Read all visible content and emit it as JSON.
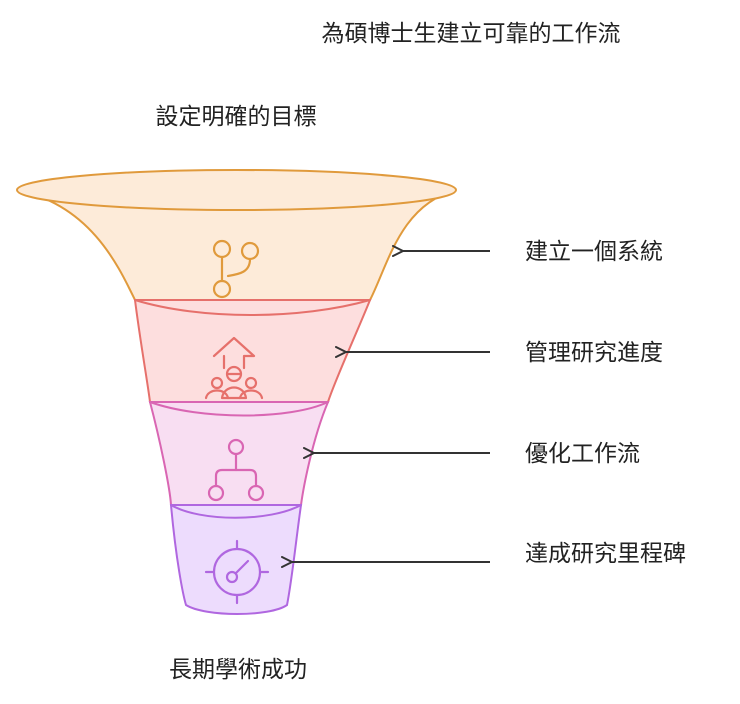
{
  "title": "為碩博士生建立可靠的工作流",
  "top_label": "設定明確的目標",
  "bottom_label": "長期學術成功",
  "stages": [
    {
      "label": "建立一個系統",
      "icon": "git-branch-icon",
      "color": "#e09a3c",
      "fill": "#fdebd9"
    },
    {
      "label": "管理研究進度",
      "icon": "team-growth-icon",
      "color": "#e6706b",
      "fill": "#fddede"
    },
    {
      "label": "優化工作流",
      "icon": "hierarchy-icon",
      "color": "#d966b3",
      "fill": "#f8def2"
    },
    {
      "label": "達成研究里程碑",
      "icon": "target-gauge-icon",
      "color": "#b067e0",
      "fill": "#eddcfd"
    }
  ]
}
